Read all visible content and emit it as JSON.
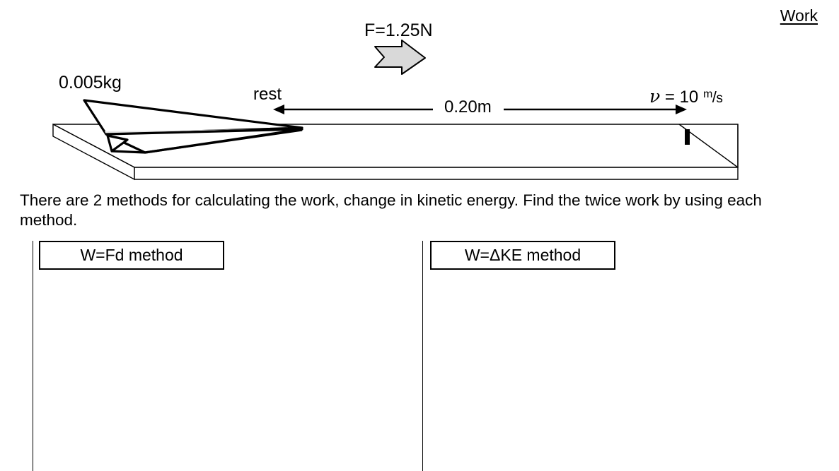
{
  "page": {
    "title": "Work",
    "background": "#ffffff",
    "ink_color": "#000000",
    "arrow_fill": "#d9d9d9"
  },
  "diagram": {
    "force_label": "F=1.25N",
    "mass_label": "0.005kg",
    "rest_label": "rest",
    "distance_label": "0.20m",
    "velocity": {
      "symbol": "ν",
      "equals": "=",
      "value": "10",
      "unit_numerator": "m",
      "unit_slash": "/",
      "unit_denominator": "s",
      "full_text": "ν = 10 m/s"
    },
    "icons": {
      "force_arrow": "block-arrow-right-icon",
      "distance_arrow": "double-headed-arrow-icon",
      "velocity_arrow": "arrow-right-icon",
      "object": "paper-airplane-icon",
      "surface": "table-slab-icon",
      "end_marker": "tick-marker-icon"
    }
  },
  "prompt": {
    "text": "There are 2 methods for calculating the work, change in kinetic energy. Find the twice work by using each method."
  },
  "methods": [
    {
      "id": "fd",
      "label": "W=Fd method"
    },
    {
      "id": "ke",
      "label": "W=ΔKE method"
    }
  ]
}
